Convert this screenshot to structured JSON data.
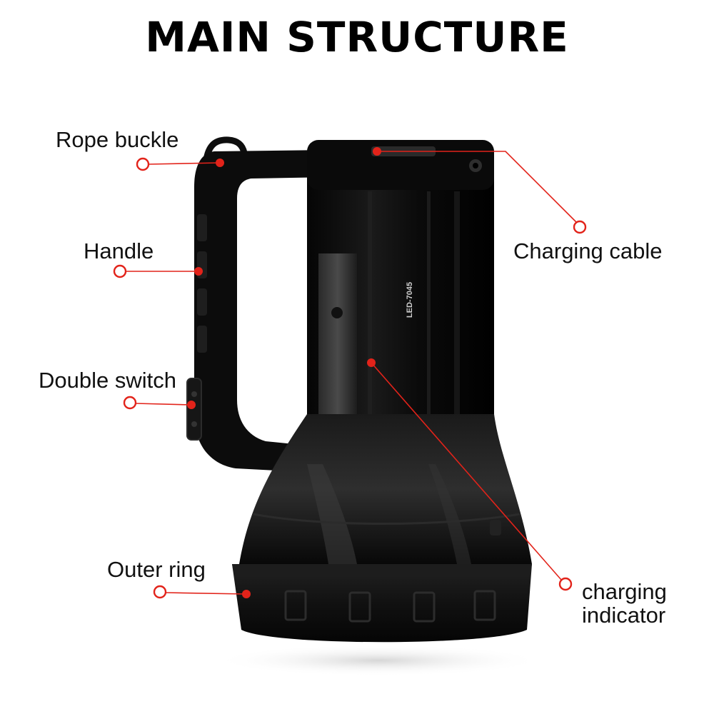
{
  "title": "MAIN STRUCTURE",
  "colors": {
    "leader": "#e2231a",
    "body": "#0c0c0c",
    "text": "#111111"
  },
  "labels": {
    "rope_buckle": "Rope buckle",
    "handle": "Handle",
    "double_switch": "Double switch",
    "outer_ring": "Outer ring",
    "charging_cable": "Charging cable",
    "charging_indicator_line1": "charging",
    "charging_indicator_line2": "indicator"
  },
  "model_text": "LED-7045"
}
